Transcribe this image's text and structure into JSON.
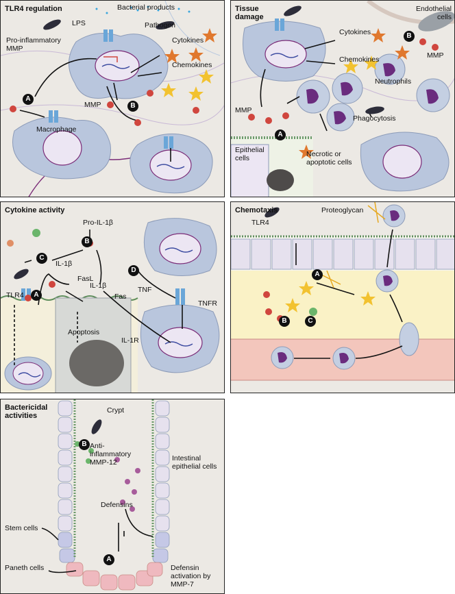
{
  "panels": {
    "tlr4": {
      "title": "TLR4 regulation",
      "labels": {
        "lps": "LPS",
        "bacterial_products": "Bacterial products",
        "pathogen": "Pathogen",
        "pro_inflammatory_mmp": "Pro-inflammatory MMP",
        "cytokines": "Cytokines",
        "chemokines": "Chemokines",
        "mmp": "MMP",
        "macrophage": "Macrophage"
      },
      "badges": [
        "A",
        "B"
      ]
    },
    "tissue_damage": {
      "title": "Tissue damage",
      "labels": {
        "endothelial_cells": "Endothelial cells",
        "cytokines": "Cytokines",
        "chemokines": "Chemokines",
        "mmp_right": "MMP",
        "neutrophils": "Neutrophils",
        "mmp_left": "MMP",
        "phagocytosis": "Phagocytosis",
        "epithelial_cells": "Epithelial cells",
        "necrotic": "Necrotic or apoptotic cells"
      },
      "badges": [
        "B",
        "A"
      ]
    },
    "cytokine_activity": {
      "title": "Cytokine activity",
      "labels": {
        "pro_il1b": "Pro-IL-1β",
        "il1b_left": "IL-1β",
        "il1b_mid": "IL-1β",
        "tnf": "TNF",
        "tnfr": "TNFR",
        "il1r": "IL-1R",
        "tlr4": "TLR4",
        "fasl": "FasL",
        "fas": "Fas",
        "apoptosis": "Apoptosis"
      },
      "badges": [
        "C",
        "B",
        "D",
        "A"
      ]
    },
    "chemotaxis": {
      "title": "Chemotaxis",
      "labels": {
        "tlr4": "TLR4",
        "proteoglycan": "Proteoglycan"
      },
      "badges": [
        "A",
        "B",
        "C"
      ]
    },
    "bactericidal": {
      "title": "Bactericidal activities",
      "labels": {
        "crypt": "Crypt",
        "anti_inflammatory": "Anti-inflammatory MMP-12",
        "intestinal": "Intestinal epithelial cells",
        "defensins": "Defensins",
        "stem_cells": "Stem cells",
        "paneth_cells": "Paneth cells",
        "defensin_activation": "Defensin activation by MMP-7"
      },
      "badges": [
        "B",
        "A"
      ]
    }
  },
  "colors": {
    "cell_fill": "#b9c6dd",
    "nucleus_fill": "#ece6f3",
    "nucleus_stroke": "#7a2b77",
    "neutrophil_nucleus": "#6a2c7e",
    "mmp_red": "#d0463e",
    "star_orange": "#e0782e",
    "star_yellow": "#f2c230",
    "receptor_blue": "#6aa6d8",
    "bacteria_dark": "#2d2d3a",
    "paneth_pink": "#efb9bf",
    "vessel_pink": "#f3c6bc",
    "tissue_yellow": "#faf2c6"
  }
}
